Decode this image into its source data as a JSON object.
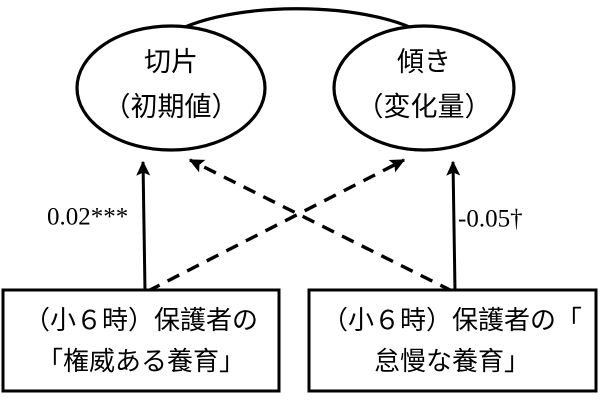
{
  "diagram": {
    "type": "path-diagram",
    "title": "",
    "latent_variables": [
      {
        "id": "intercept",
        "line1": "切片",
        "line2": "（初期値）",
        "shape": "ellipse"
      },
      {
        "id": "slope",
        "line1": "傾き",
        "line2": "（変化量）",
        "shape": "ellipse"
      }
    ],
    "observed_variables": [
      {
        "id": "authoritative-parenting",
        "line1": "（小６時）保護者の",
        "line2": "「権威ある養育」",
        "shape": "rectangle"
      },
      {
        "id": "neglectful-parenting",
        "line1": "（小６時）保護者の「",
        "line2": "怠慢な養育」",
        "shape": "rectangle"
      }
    ],
    "paths": [
      {
        "id": "authoritative-to-intercept",
        "from": "authoritative-parenting",
        "to": "intercept",
        "style": "solid",
        "coefficient": "0.02***"
      },
      {
        "id": "neglectful-to-slope",
        "from": "neglectful-parenting",
        "to": "slope",
        "style": "solid",
        "coefficient": "-0.05†"
      },
      {
        "id": "authoritative-to-slope",
        "from": "authoritative-parenting",
        "to": "slope",
        "style": "dashed",
        "coefficient": ""
      },
      {
        "id": "neglectful-to-intercept",
        "from": "neglectful-parenting",
        "to": "intercept",
        "style": "dashed",
        "coefficient": ""
      },
      {
        "id": "intercept-slope-covariance",
        "from": "intercept",
        "to": "slope",
        "style": "curved-double-arrow",
        "coefficient": ""
      }
    ],
    "colors": {
      "stroke": "#000000",
      "fill": "#ffffff",
      "text": "#000000"
    }
  }
}
